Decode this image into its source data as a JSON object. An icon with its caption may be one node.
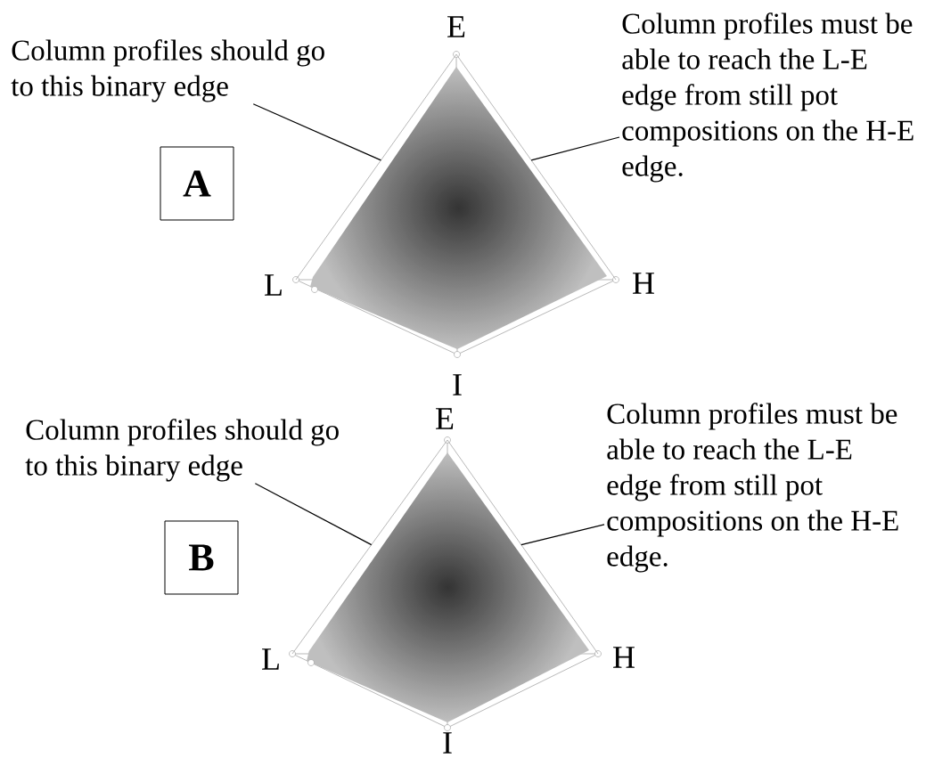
{
  "diagram": {
    "nodes": [
      {
        "text": [
          "Column profiles should go to this binary edge"
        ]
      },
      {
        "text": [
          "Column profiles must be able to reach the L-E edge from still pot compositions on the H-E edge."
        ]
      },
      {
        "text": [
          "A"
        ]
      },
      {
        "text": [
          "Column profiles should go to this binary edge"
        ]
      },
      {
        "text": [
          "Column profiles must be able to reach the L-E edge from still pot compositions on the H-E edge."
        ]
      },
      {
        "text": [
          "B"
        ]
      },
      {
        "text": [],
        "shape": "line"
      },
      {
        "text": [],
        "shape": "line"
      },
      {
        "text": [],
        "shape": "line"
      },
      {
        "text": [],
        "shape": "line"
      }
    ],
    "edges": [
      {
        "from": 0,
        "to": 6,
        "arrow": "none"
      },
      {
        "from": 1,
        "to": 7,
        "arrow": "none"
      },
      {
        "from": 3,
        "to": 8,
        "arrow": "none"
      },
      {
        "from": 4,
        "to": 9,
        "arrow": "none"
      }
    ],
    "labels": [
      "E",
      "L",
      "H",
      "I",
      "E",
      "L",
      "H",
      "I"
    ]
  }
}
